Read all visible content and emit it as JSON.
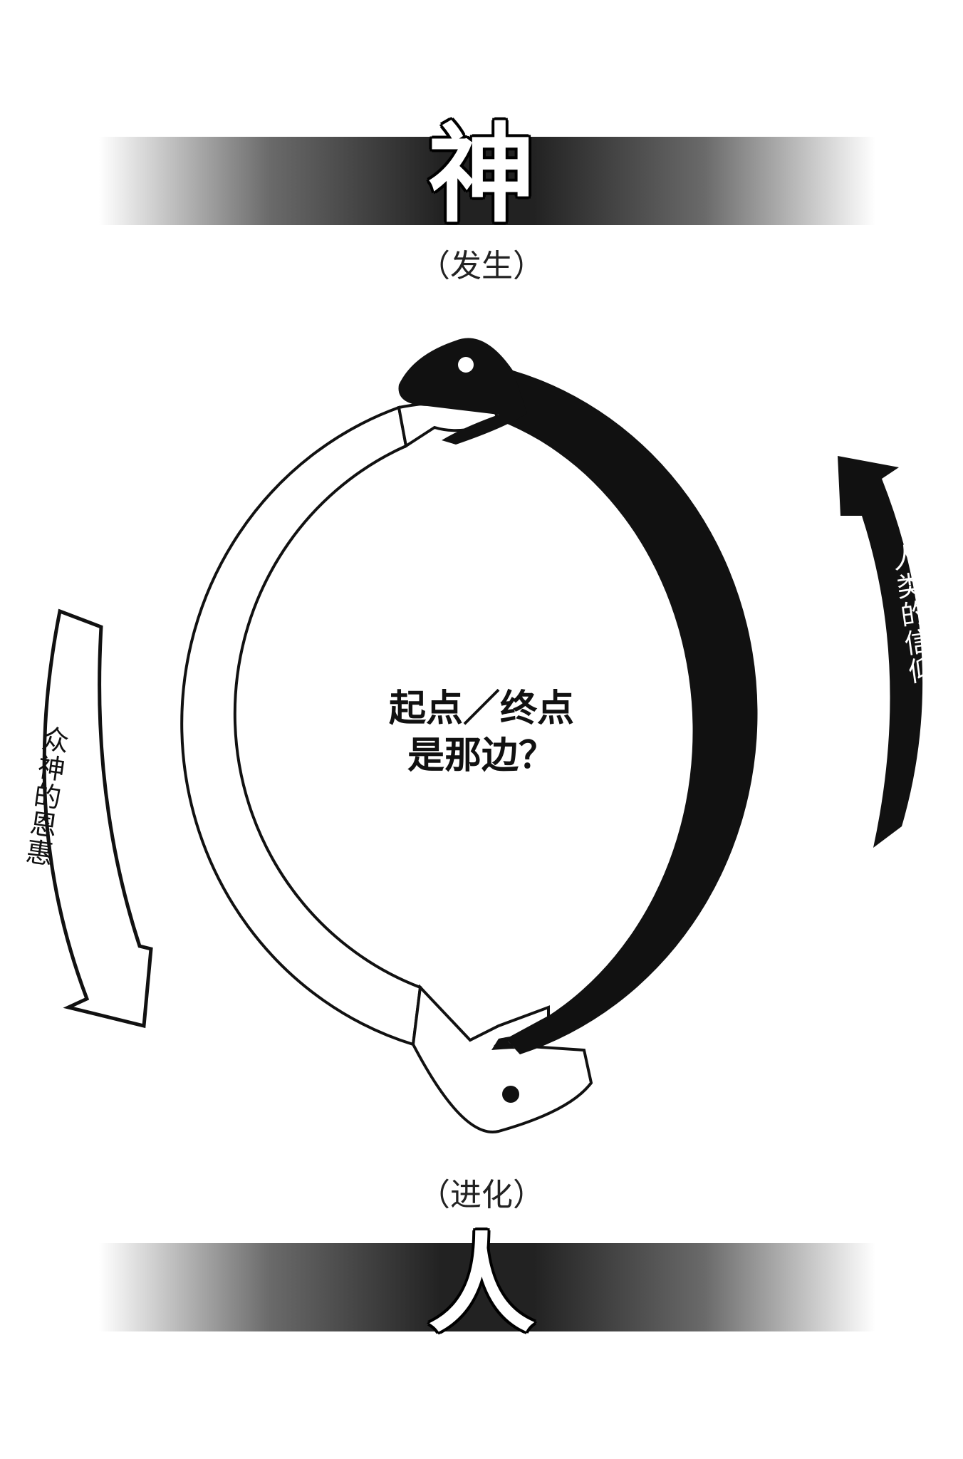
{
  "top": {
    "char": "神",
    "sub": "（发生）"
  },
  "bottom": {
    "char": "人",
    "sub": "（进化）"
  },
  "center": {
    "line1": "起点／终点",
    "line2": "是那边？"
  },
  "left_arrow": {
    "label": "众神的恩惠"
  },
  "right_arrow": {
    "label": "人类的信仰"
  },
  "colors": {
    "black_snake": "#111111",
    "white_snake": "#ffffff",
    "outline": "#111111"
  }
}
